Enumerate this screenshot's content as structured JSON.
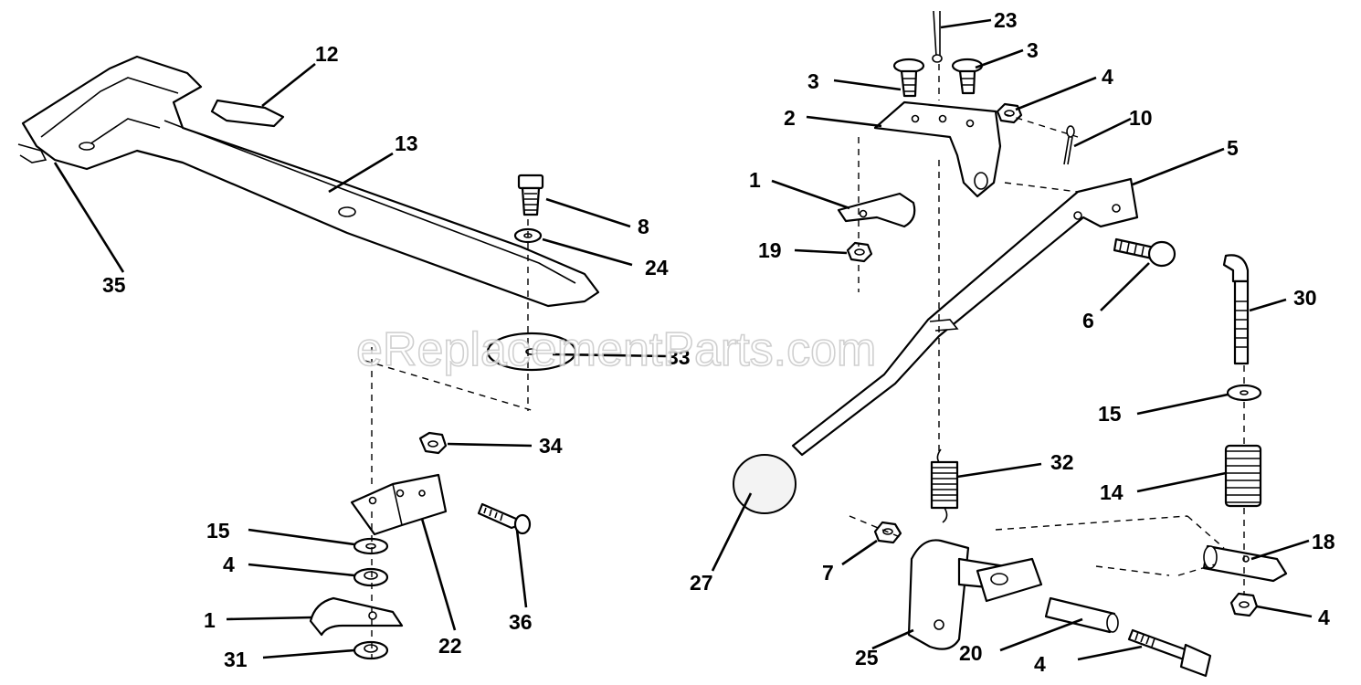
{
  "watermark": "eReplacementParts.com",
  "callouts": [
    "12",
    "13",
    "35",
    "8",
    "24",
    "33",
    "34",
    "15",
    "4",
    "1",
    "31",
    "22",
    "36",
    "23",
    "3",
    "3",
    "4",
    "2",
    "10",
    "5",
    "1",
    "19",
    "6",
    "30",
    "15",
    "14",
    "32",
    "27",
    "18",
    "4",
    "7",
    "25",
    "20",
    "4"
  ]
}
